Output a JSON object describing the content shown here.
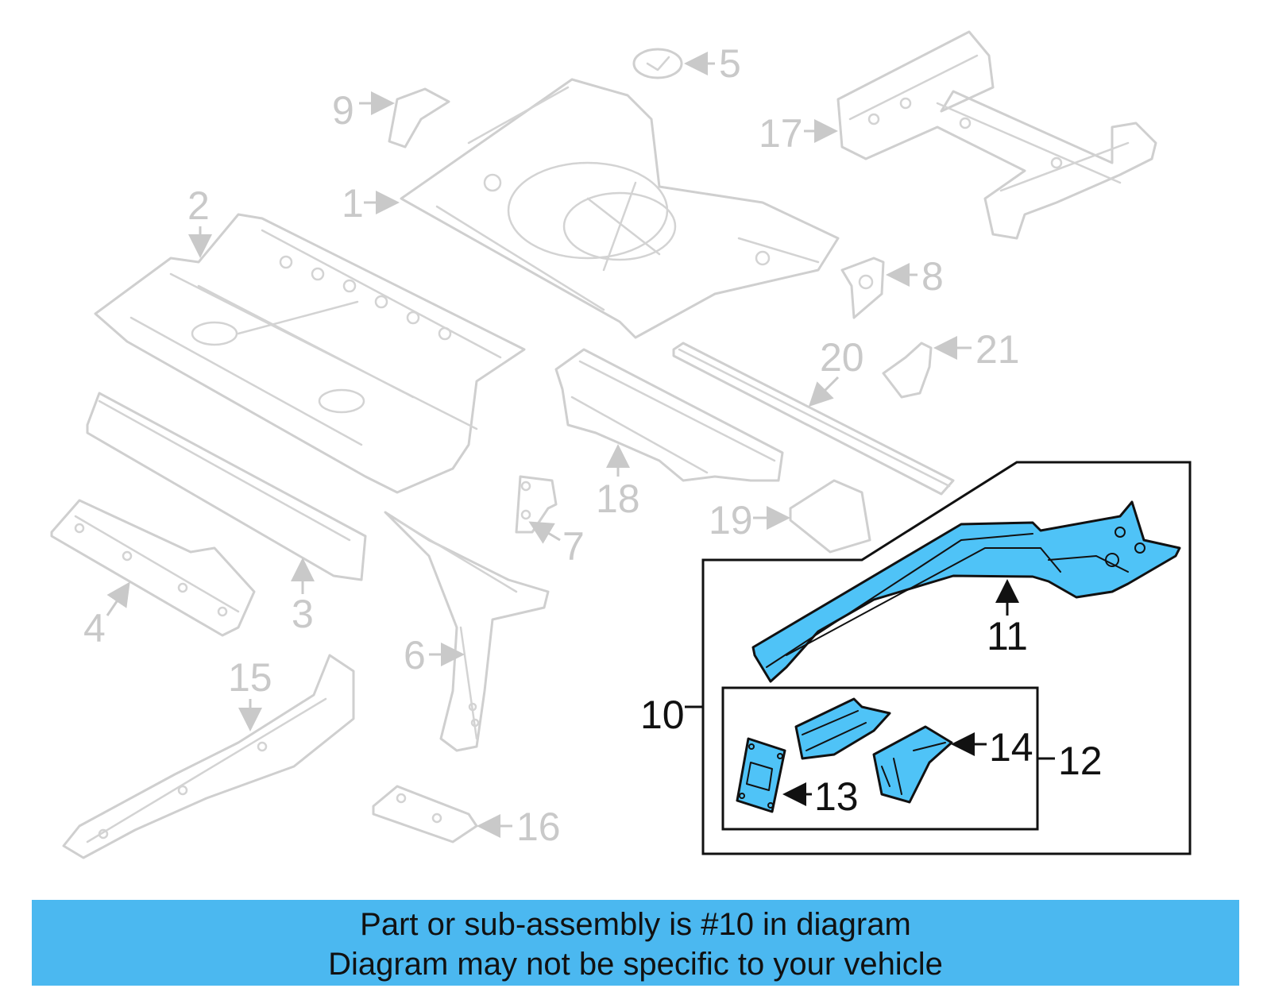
{
  "labels": {
    "p1": "1",
    "p2": "2",
    "p3": "3",
    "p4": "4",
    "p5": "5",
    "p6": "6",
    "p7": "7",
    "p8": "8",
    "p9": "9",
    "p10": "10",
    "p11": "11",
    "p12": "12",
    "p13": "13",
    "p14": "14",
    "p15": "15",
    "p16": "16",
    "p17": "17",
    "p18": "18",
    "p19": "19",
    "p20": "20",
    "p21": "21"
  },
  "colors": {
    "highlight": "#4fc3f7",
    "ghost": "#cfcfcf",
    "banner": "#4bb8f0"
  },
  "footer": {
    "line1": "Part or sub-assembly is #10 in diagram",
    "line2": "Diagram may not be specific to your vehicle"
  }
}
